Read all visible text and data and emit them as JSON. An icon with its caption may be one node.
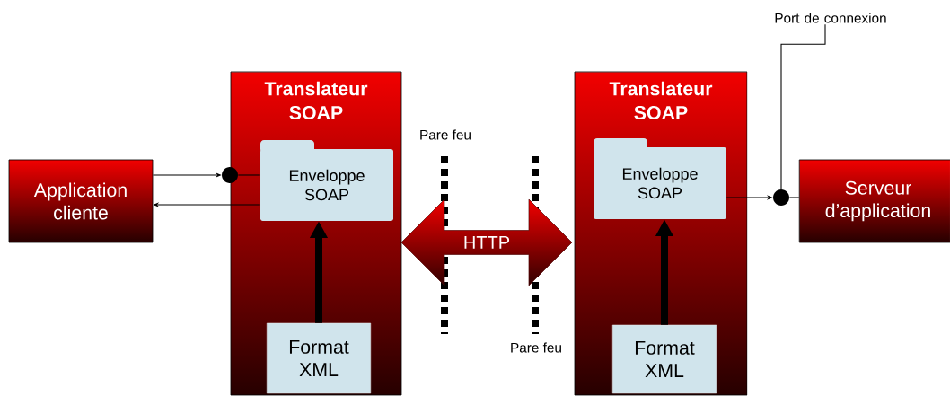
{
  "diagram": {
    "nodes": [
      {
        "text": [
          "Application cliente"
        ]
      },
      {
        "text": [
          "Translateur SOAP"
        ]
      },
      {
        "text": [
          "Enveloppe SOAP"
        ],
        "in": 1
      },
      {
        "text": [
          "Format XML"
        ],
        "in": 1
      },
      {
        "text": [],
        "shape": "circle"
      },
      {
        "text": [
          "HTTP"
        ]
      },
      {
        "text": [
          "Translateur SOAP"
        ]
      },
      {
        "text": [
          "Enveloppe SOAP"
        ],
        "in": 6
      },
      {
        "text": [
          "Format XML"
        ],
        "in": 6
      },
      {
        "text": [],
        "shape": "circle"
      },
      {
        "text": [
          "Serveur d’application"
        ]
      },
      {
        "text": [
          "Port de connexion"
        ]
      }
    ],
    "edges": [
      {
        "from": 0,
        "to": 4,
        "arrow": "to"
      },
      {
        "from": 4,
        "to": 2,
        "arrow": "none"
      },
      {
        "from": 2,
        "to": 0,
        "arrow": "to"
      },
      {
        "from": 3,
        "to": 2,
        "arrow": "to",
        "style": "thick"
      },
      {
        "from": 8,
        "to": 7,
        "arrow": "to",
        "style": "thick"
      },
      {
        "from": 7,
        "to": 9,
        "arrow": "to"
      },
      {
        "from": 9,
        "to": 10,
        "arrow": "none"
      },
      {
        "from": 11,
        "to": 9,
        "arrow": "none"
      }
    ],
    "labels": [
      "Pare feu",
      "Pare feu"
    ]
  }
}
